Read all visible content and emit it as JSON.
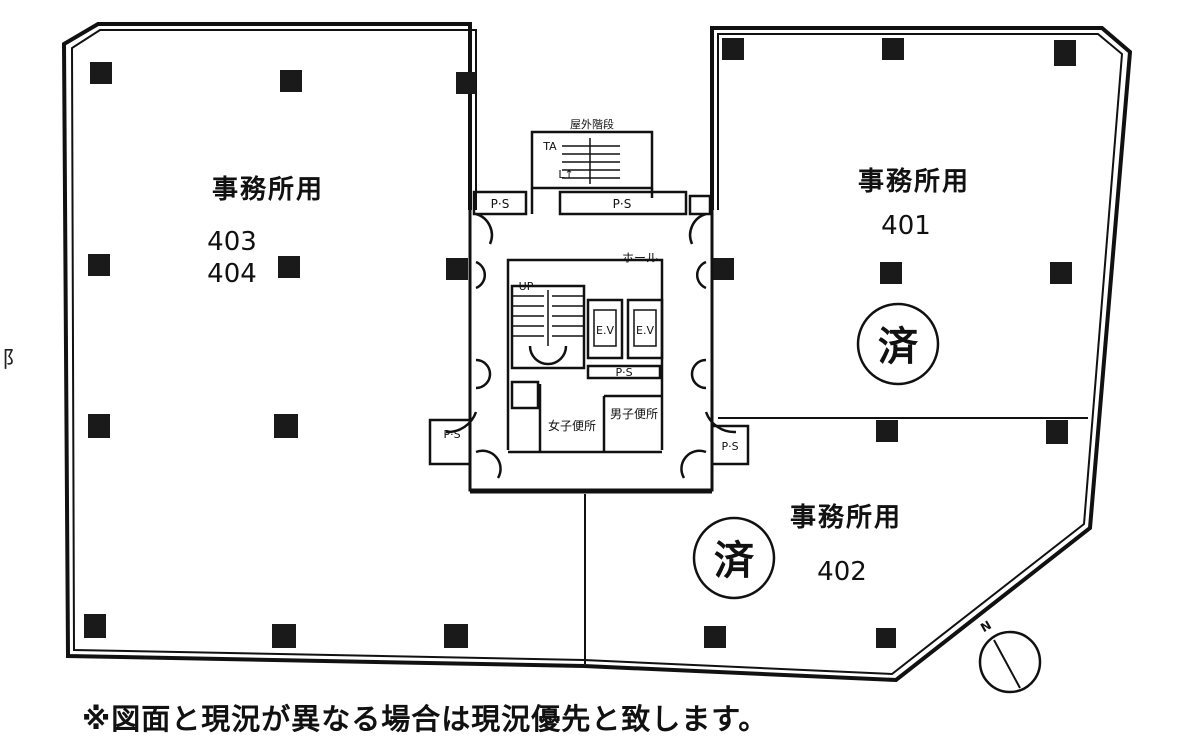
{
  "rooms": {
    "west": {
      "use": "事務所用",
      "unit_a": "403",
      "unit_b": "404"
    },
    "northeast": {
      "use": "事務所用",
      "unit": "401",
      "stamp": "済"
    },
    "southeast": {
      "use": "事務所用",
      "unit": "402",
      "stamp": "済"
    }
  },
  "core": {
    "stair_top": "屋外階段",
    "ps_left": "P·S",
    "ps_center": "P·S",
    "hall": "ホール",
    "elevator_label": "E.V",
    "ps_core": "P·S",
    "womens_wc": "女子便所",
    "mens_wc": "男子便所",
    "ps_small_left": "P·S",
    "ps_small_right": "P·S",
    "tag_ta": "TA",
    "tag_le": "L↑",
    "tag_up": "UP"
  },
  "compass": {
    "north": "N"
  },
  "edge_char": "阝",
  "note": "※図面と現況が異なる場合は現況優先と致します。",
  "colors": {
    "ink": "#111111",
    "paper": "#ffffff"
  }
}
